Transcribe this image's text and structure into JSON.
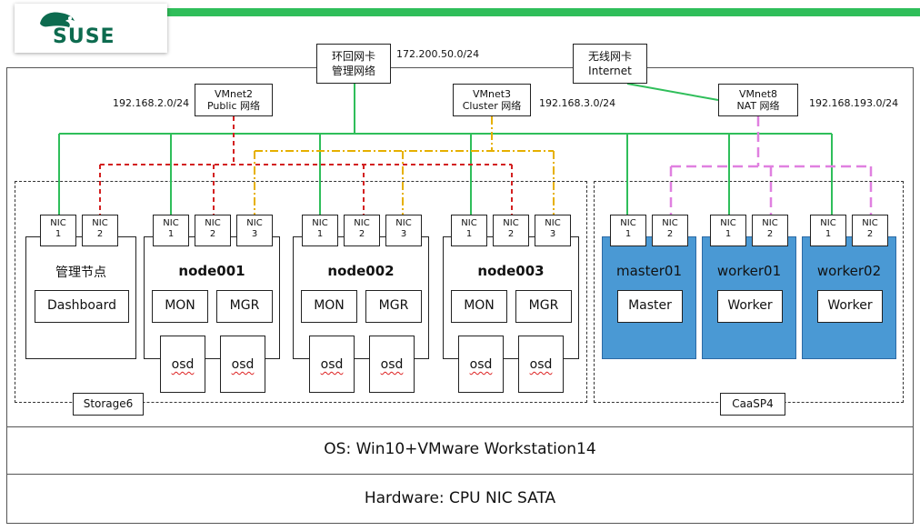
{
  "brand": {
    "logo_text": "SUSE",
    "accent_color": "#2fbe5a",
    "logo_color": "#0d6b4f"
  },
  "network": {
    "loopback": {
      "line1": "环回网卡",
      "line2": "管理网络",
      "subnet": "172.200.50.0/24"
    },
    "wireless": {
      "line1": "无线网卡",
      "line2": "Internet"
    },
    "vmnet2": {
      "line1": "VMnet2",
      "line2": "Public 网络",
      "subnet": "192.168.2.0/24"
    },
    "vmnet3": {
      "line1": "VMnet3",
      "line2": "Cluster 网络",
      "subnet": "192.168.3.0/24"
    },
    "vmnet8": {
      "line1": "VMnet8",
      "line2": "NAT 网络",
      "subnet": "192.168.193.0/24"
    }
  },
  "nic": {
    "label": "NIC",
    "n1": "1",
    "n2": "2",
    "n3": "3"
  },
  "storage": {
    "group_label": "Storage6",
    "admin": {
      "title": "管理节点",
      "service": "Dashboard"
    },
    "nodes": [
      {
        "title": "node001",
        "mon": "MON",
        "mgr": "MGR",
        "osd": "osd"
      },
      {
        "title": "node002",
        "mon": "MON",
        "mgr": "MGR",
        "osd": "osd"
      },
      {
        "title": "node003",
        "mon": "MON",
        "mgr": "MGR",
        "osd": "osd"
      }
    ]
  },
  "caasp": {
    "group_label": "CaaSP4",
    "nodes": [
      {
        "title": "master01",
        "role": "Master"
      },
      {
        "title": "worker01",
        "role": "Worker"
      },
      {
        "title": "worker02",
        "role": "Worker"
      }
    ]
  },
  "layers": {
    "os": "OS: Win10+VMware Workstation14",
    "hardware": "Hardware: CPU NIC SATA"
  },
  "colors": {
    "mgmt": "#2fbe5a",
    "public": "#d32020",
    "cluster": "#e6b000",
    "nat": "#e080e0",
    "node_blue": "#4a99d4"
  }
}
